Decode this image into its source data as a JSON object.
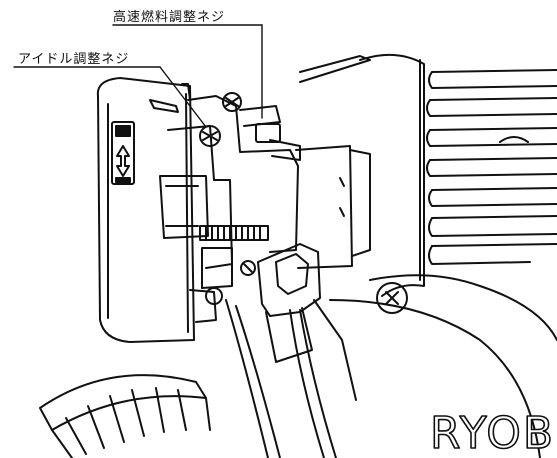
{
  "callouts": {
    "high_speed_fuel_screw": "高速燃料調整ネジ",
    "idle_adjust_screw": "アイドル調整ネジ"
  },
  "brand_mark": "RYOBI",
  "colors": {
    "ink": "#111111",
    "paper": "#ffffff"
  }
}
